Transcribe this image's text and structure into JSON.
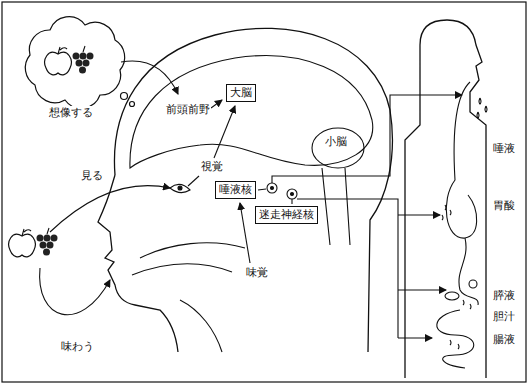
{
  "diagram": {
    "nodes": [
      {
        "text": [
          "大脳"
        ]
      },
      {
        "text": [
          "唾液核"
        ]
      },
      {
        "text": [
          "迷走神経核"
        ]
      }
    ],
    "labels": [
      "想像する",
      "見る",
      "前頭前野",
      "視覚",
      "小脳",
      "味覚",
      "味わう",
      "唾液",
      "胃酸",
      "膵液",
      "胆汁",
      "腸液"
    ]
  }
}
